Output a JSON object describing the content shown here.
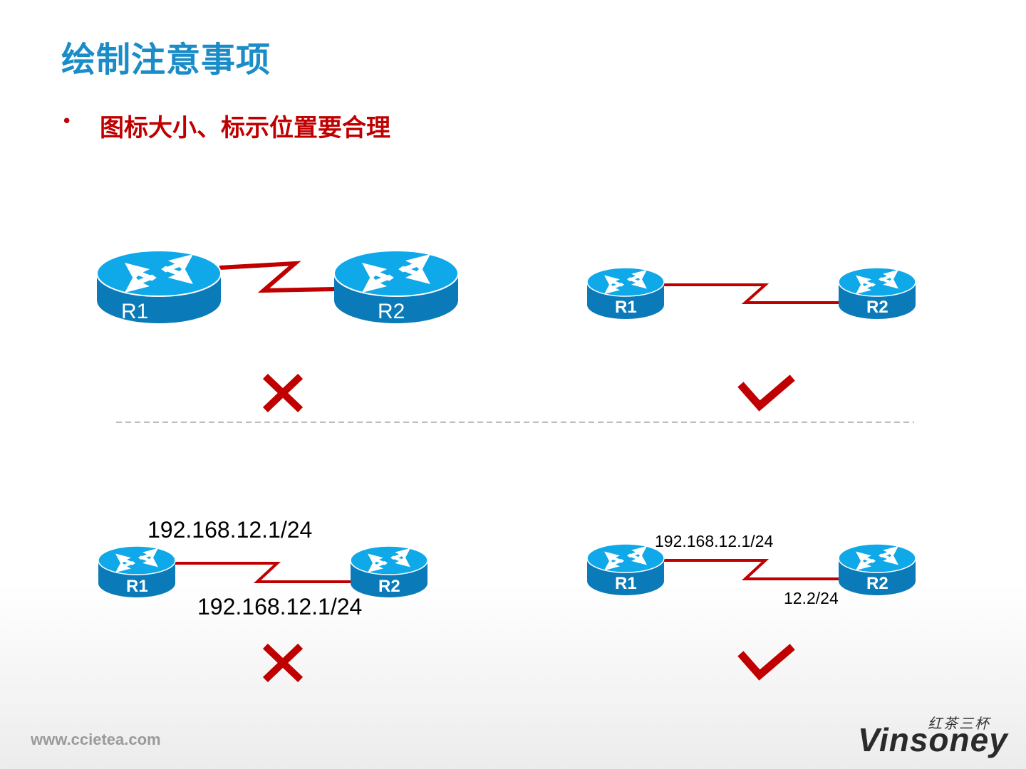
{
  "page": {
    "title": "绘制注意事项",
    "bullet_marker": "•",
    "bullet_text": "图标大小、标示位置要合理"
  },
  "colors": {
    "title": "#1a8cc8",
    "bullet": "#c00000",
    "router_top": "#0fa8e8",
    "router_side": "#0b7ab8",
    "link": "#c00000",
    "mark": "#c00000"
  },
  "examples": {
    "top_wrong": {
      "r1": "R1",
      "r2": "R2",
      "verdict": "wrong"
    },
    "top_right": {
      "r1": "R1",
      "r2": "R2",
      "verdict": "right"
    },
    "bottom_wrong": {
      "r1": "R1",
      "r2": "R2",
      "ip_r1": "192.168.12.1/24",
      "ip_r2": "192.168.12.1/24",
      "verdict": "wrong"
    },
    "bottom_right": {
      "r1": "R1",
      "r2": "R2",
      "ip_r1": "192.168.12.1/24",
      "ip_r2": "12.2/24",
      "verdict": "right"
    }
  },
  "icons": {
    "router": "router-icon",
    "wrong": "cross-icon",
    "right": "check-icon"
  },
  "footer": {
    "url": "www.ccietea.com",
    "logo_cn": "红茶三杯",
    "logo_en": "Vinsoney"
  }
}
